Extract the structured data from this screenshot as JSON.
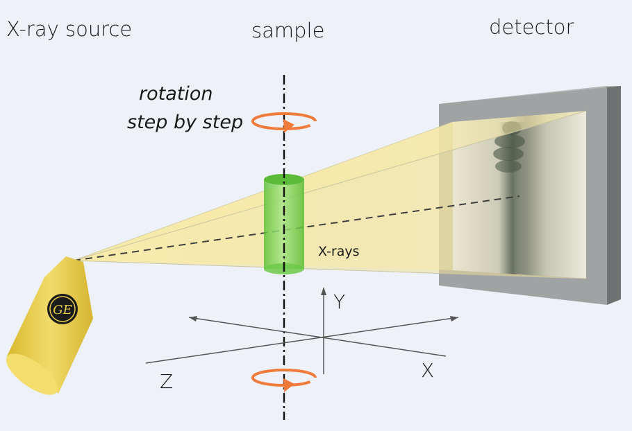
{
  "labels": {
    "source": "X-ray source",
    "sample": "sample",
    "detector": "detector",
    "rotation_line1": "rotation",
    "rotation_line2": "step by step",
    "xrays": "X-rays",
    "axis_x": "X",
    "axis_y": "Y",
    "axis_z": "Z"
  },
  "logo": {
    "text": "GE"
  },
  "colors": {
    "background": "#eef2f8",
    "beam": "#f5e49a",
    "source_body": "#e8cf4a",
    "sample": "#7dd35a",
    "rotation_arrow": "#f07a3a",
    "detector_frame": "#9a9e9f",
    "axis_lines": "#555555"
  }
}
